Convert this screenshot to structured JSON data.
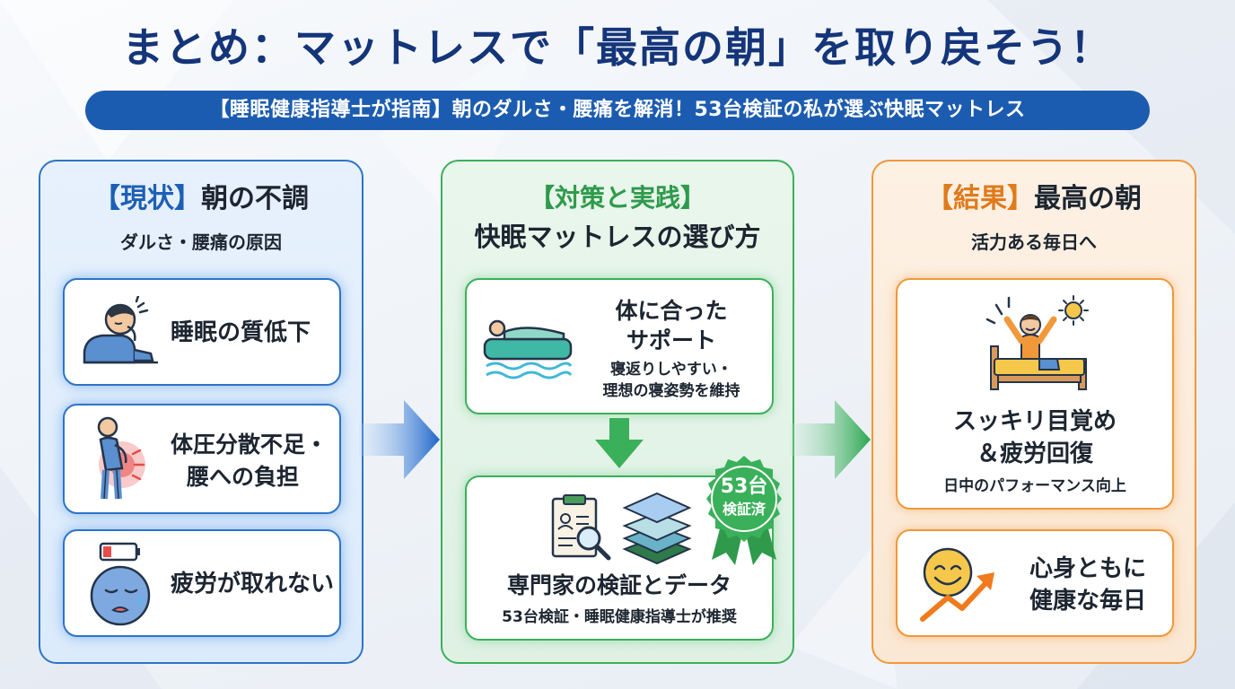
{
  "title": "まとめ：マットレスで「最高の朝」を取り戻そう！",
  "subtitle": "【睡眠健康指導士が指南】朝のダルさ・腰痛を解消！53台検証の私が選ぶ快眠マットレス",
  "colors": {
    "title": "#14357a",
    "subtitle_bg": "#1c5cb0",
    "blue": "#2d74c7",
    "green": "#3bb05a",
    "orange": "#f0983a"
  },
  "columns": {
    "current": {
      "heading_bracket": "【現状】",
      "heading_text": "朝の不調",
      "subheading": "ダルさ・腰痛の原因",
      "items": [
        {
          "label": "睡眠の質低下",
          "icon": "tired-person-icon"
        },
        {
          "label_line1": "体圧分散不足・",
          "label_line2": "腰への負担",
          "icon": "back-pain-icon"
        },
        {
          "label": "疲労が取れない",
          "icon": "low-battery-face-icon"
        }
      ]
    },
    "solution": {
      "heading_bracket": "【対策と実践】",
      "heading_text": "快眠マットレスの選び方",
      "support": {
        "title_line1": "体に合った",
        "title_line2": "サポート",
        "desc_line1": "寝返りしやすい・",
        "desc_line2": "理想の寝姿勢を維持",
        "icon": "person-on-mattress-icon"
      },
      "expert": {
        "title": "専門家の検証とデータ",
        "desc": "53台検証・睡眠健康指導士が推奨",
        "badge_line1": "53台",
        "badge_line2": "検証済",
        "icons": [
          "clipboard-magnifier-icon",
          "mattress-layers-icon",
          "award-ribbon-icon"
        ]
      }
    },
    "result": {
      "heading_bracket": "【結果】",
      "heading_text": "最高の朝",
      "subheading": "活力ある毎日へ",
      "wake": {
        "title_line1": "スッキリ目覚め",
        "title_line2": "＆疲労回復",
        "desc": "日中のパフォーマンス向上",
        "icon": "happy-wakeup-icon"
      },
      "health": {
        "title_line1": "心身ともに",
        "title_line2": "健康な毎日",
        "icon": "smile-rising-arrow-icon"
      }
    }
  }
}
